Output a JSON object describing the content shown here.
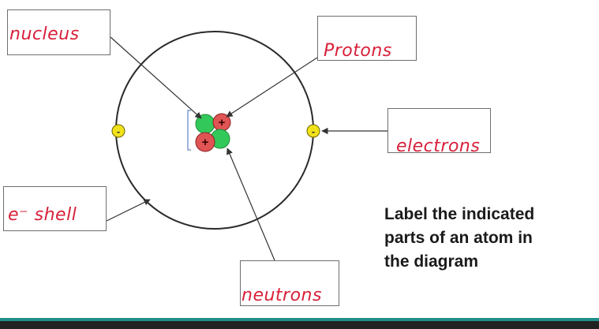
{
  "labels": {
    "nucleus": "nucleus",
    "protons": "Protons",
    "electrons": "electrons",
    "shell": "e⁻ shell",
    "neutrons": "neutrons"
  },
  "prompt": {
    "line1": "Label the indicated",
    "line2": "parts of an atom in",
    "line3": "the diagram"
  },
  "symbols": {
    "proton_sign": "+",
    "electron_sign": "-"
  },
  "colors": {
    "proton": "#e05454",
    "neutron": "#33c95a",
    "electron": "#f2e21a",
    "handwriting": "#d8203a",
    "accent_bar": "#1f8f8a"
  }
}
